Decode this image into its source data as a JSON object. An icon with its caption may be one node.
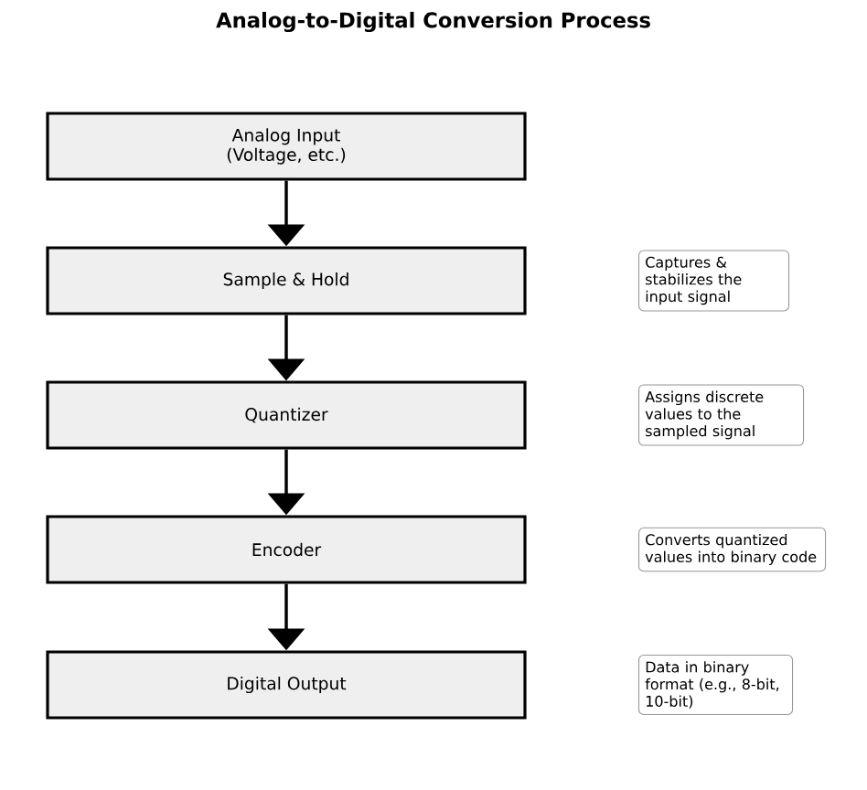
{
  "diagram": {
    "title": "Analog-to-Digital Conversion Process",
    "nodes": [
      {
        "text": [
          "Analog Input",
          "(Voltage, etc.)"
        ]
      },
      {
        "text": [
          "Sample & Hold"
        ]
      },
      {
        "text": [
          "Captures & stabilizes the input signal"
        ]
      },
      {
        "text": [
          "Quantizer"
        ]
      },
      {
        "text": [
          "Assigns discrete values to the sampled signal"
        ]
      },
      {
        "text": [
          "Encoder"
        ]
      },
      {
        "text": [
          "Converts quantized values into binary code"
        ]
      },
      {
        "text": [
          "Digital Output"
        ]
      },
      {
        "text": [
          "Data in binary format (e.g., 8-bit, 10-bit)"
        ]
      }
    ],
    "edges": [
      {
        "from": 0,
        "to": 1,
        "arrow": "to"
      },
      {
        "from": 1,
        "to": 3,
        "arrow": "to"
      },
      {
        "from": 3,
        "to": 5,
        "arrow": "to"
      },
      {
        "from": 5,
        "to": 7,
        "arrow": "to"
      }
    ]
  }
}
